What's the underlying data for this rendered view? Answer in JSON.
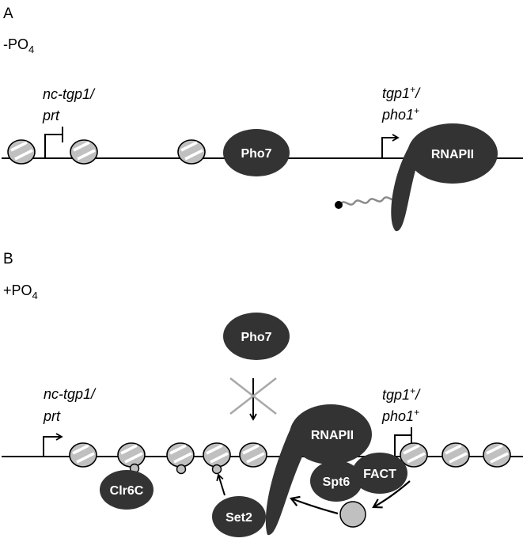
{
  "panel_a": {
    "letter": "A",
    "condition": {
      "prefix": "-PO",
      "subscript": "4"
    },
    "genes": {
      "noncoding": {
        "line1": "nc-tgp1/",
        "line2": "prt"
      },
      "coding": {
        "line1_main": "tgp1",
        "line1_sup": "+",
        "line1_end": "/",
        "line2_main": "pho1",
        "line2_sup": "+"
      }
    },
    "proteins": {
      "pho7": "Pho7",
      "rnapii": "RNAPII"
    }
  },
  "panel_b": {
    "letter": "B",
    "condition": {
      "prefix": "+PO",
      "subscript": "4"
    },
    "genes": {
      "noncoding": {
        "line1": "nc-tgp1/",
        "line2": "prt"
      },
      "coding": {
        "line1_main": "tgp1",
        "line1_sup": "+",
        "line1_end": "/",
        "line2_main": "pho1",
        "line2_sup": "+"
      }
    },
    "proteins": {
      "pho7": "Pho7",
      "rnapii": "RNAPII",
      "clr6c": "Clr6C",
      "set2": "Set2",
      "spt6": "Spt6",
      "fact": "FACT"
    }
  },
  "colors": {
    "protein_fill": "#333333",
    "nucleosome_fill": "#c0c0c0",
    "modification_fill": "#c0c0c0",
    "rna": "#8a8a8a",
    "block_cross": "#a8a8a8"
  }
}
